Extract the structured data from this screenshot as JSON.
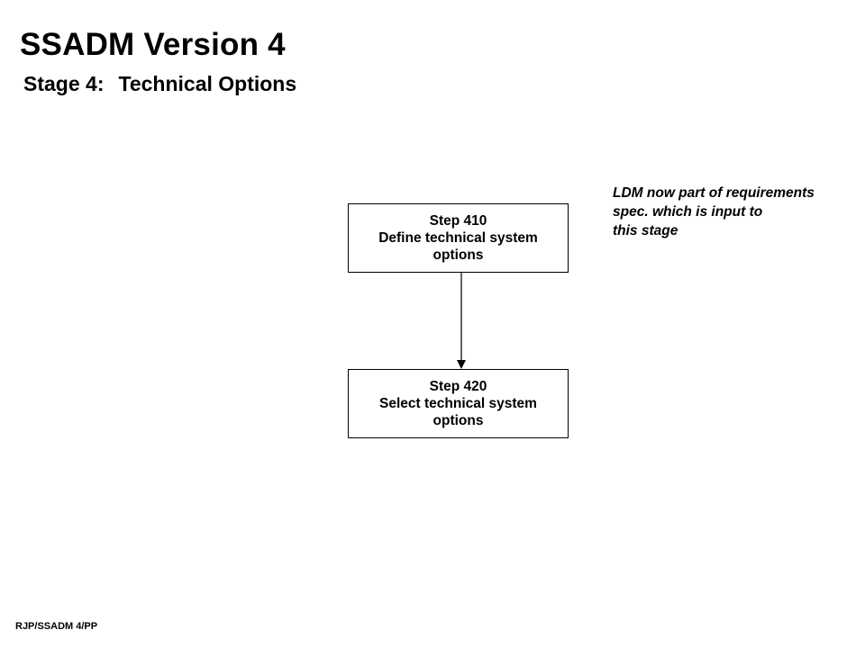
{
  "title": "SSADM Version 4",
  "subtitle": {
    "stage_label": "Stage 4:",
    "stage_name": "Technical Options"
  },
  "steps": [
    {
      "label": "Step 410",
      "line1": "Define technical system",
      "line2": "options"
    },
    {
      "label": "Step 420",
      "line1": "Select technical system",
      "line2": "options"
    }
  ],
  "note": {
    "lines": [
      "LDM  now part of requirements",
      "spec. which is input to",
      "this stage"
    ]
  },
  "footer": "RJP/SSADM 4/PP",
  "colors": {
    "line": "#000000",
    "background": "#ffffff"
  }
}
